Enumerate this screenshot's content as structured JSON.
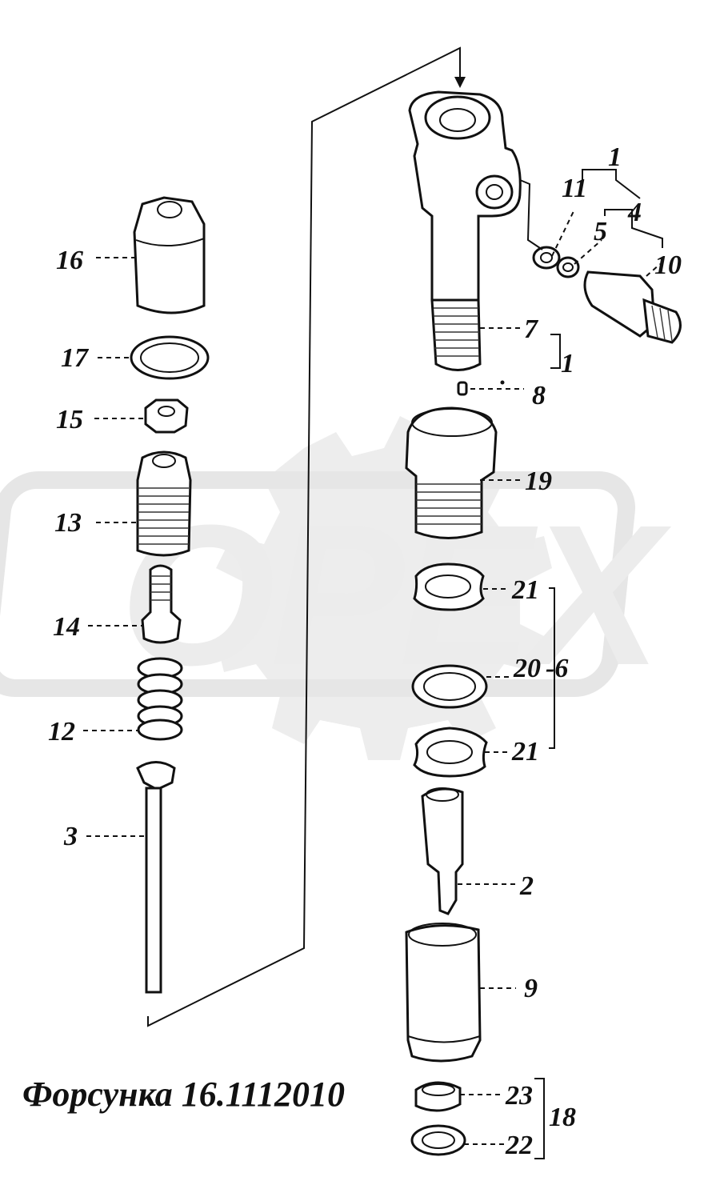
{
  "title": "Форсунка 16.1112010",
  "watermark": "OPEX",
  "labels": {
    "l1a": "1",
    "l11": "11",
    "l4": "4",
    "l5": "5",
    "l10": "10",
    "l16": "16",
    "l7": "7",
    "l1b": "1",
    "l17": "17",
    "l8": "8",
    "l15": "15",
    "l19": "19",
    "l13": "13",
    "l21a": "21",
    "l14": "14",
    "l20": "20",
    "l6": "-6",
    "l12": "12",
    "l21b": "21",
    "l3": "3",
    "l2": "2",
    "l9": "9",
    "l23": "23",
    "l18": "18",
    "l22": "22"
  }
}
